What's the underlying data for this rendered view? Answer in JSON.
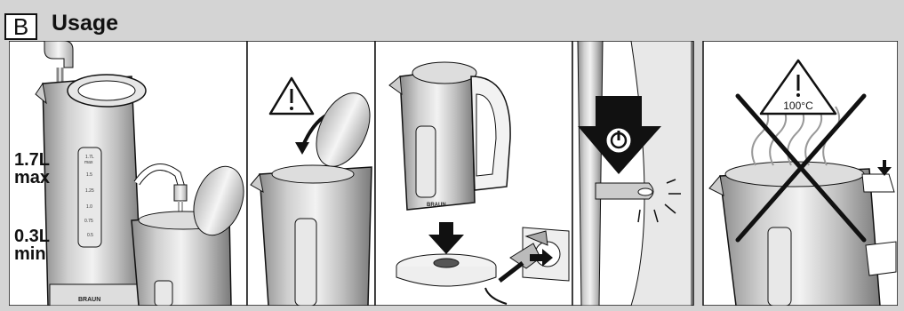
{
  "section": {
    "letter": "B",
    "title": "Usage"
  },
  "panel1": {
    "max_value": "1.7L",
    "max_word": "max",
    "min_value": "0.3L",
    "min_word": "min"
  },
  "gauge": {
    "marks": [
      "1.7L",
      "max",
      "1.5",
      "1.25",
      "1.0",
      "0.75",
      "0.5"
    ]
  },
  "brand": "BRAUN",
  "warning": {
    "temperature": "100°C"
  },
  "colors": {
    "background": "#d4d4d4",
    "panel": "#ffffff",
    "ink": "#111111"
  }
}
